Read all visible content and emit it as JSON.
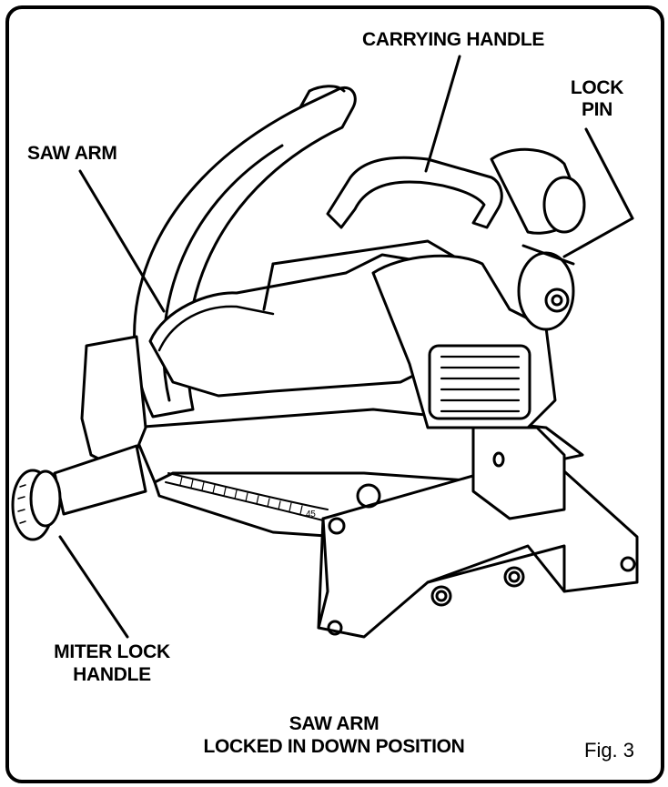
{
  "labels": {
    "carrying_handle": "CARRYING HANDLE",
    "lock_pin_line1": "LOCK",
    "lock_pin_line2": "PIN",
    "saw_arm": "SAW ARM",
    "miter_lock_line1": "MITER LOCK",
    "miter_lock_line2": "HANDLE",
    "caption_line1": "SAW ARM",
    "caption_line2": "LOCKED IN DOWN POSITION",
    "figure_number": "Fig. 3",
    "scale_tick_45": "45"
  }
}
